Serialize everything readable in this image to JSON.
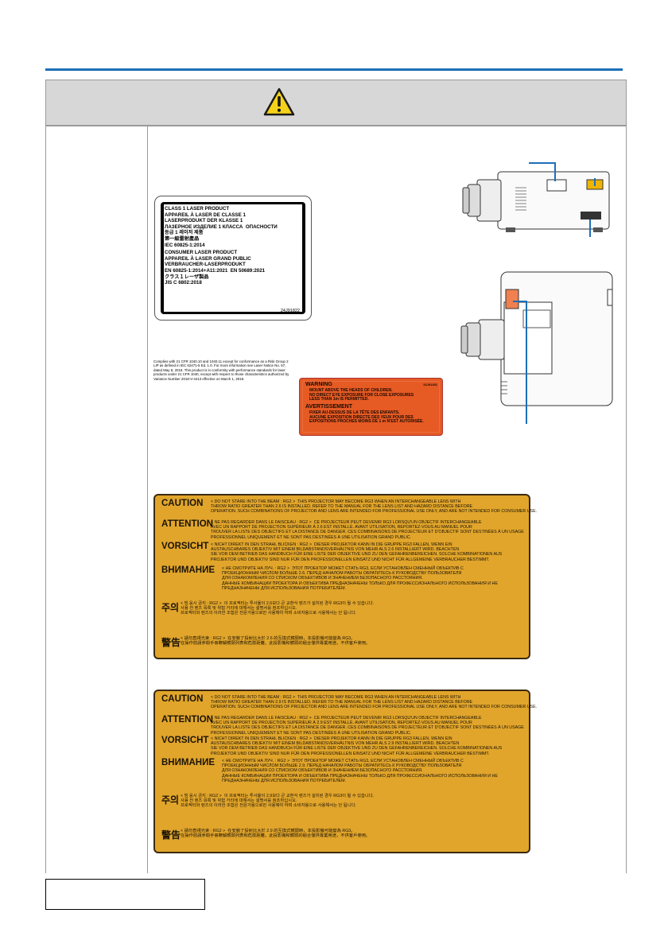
{
  "class1_label": {
    "lines": [
      "CLASS 1 LASER PRODUCT",
      "APPAREIL À LASER DE CLASSE 1",
      "LASERPRODUKT DER KLASSE 1",
      "ЛАЗЕРНОЕ ИЗДЕЛИЕ 1 КЛАССА  ОПАСНОСТИ",
      "등급 1 레이저 제품",
      "第一級雷射產品",
      "IEC 60825-1:2014",
      "CONSUMER LASER PRODUCT",
      "APPAREIL À LASER GRAND PUBLIC",
      "VERBRAUCHER-LASERPRODUKT",
      "EN 60825-1:2014+A11:2021  EN 50689:2021",
      "クラス１レーザ製品",
      "JIS C 6802:2018"
    ],
    "code": "24J91822"
  },
  "compliance_text": "Complies with 21 CFR 1040.10 and 1040.11 except for conformance as a Risk Group 2 LIP as defined in IEC 62471-5 Ed. 1.0. For more information see Laser Notice No. 57, dated May 8, 2019. This product is in conformity with performance standards for laser products under 21 CFR 1040, except with respect to those characteristics authorized by Variance Number 2018-V-4413 effective on March 1, 2019.",
  "warning_label": {
    "code": "24J91451",
    "warning_title": "WARNING",
    "warning_lines": "MOUNT ABOVE THE HEADS OF CHILDREN.\nNO DIRECT EYE EXPOSURE FOR CLOSE EXPOSURES\nLESS THAN 1m IS PERMITTED.",
    "avert_title": "AVERTISSEMENT",
    "avert_lines": "FIXER AU-DESSUS DE LA TÊTE DES ENFANTS.\nAUCUNE EXPOSITION DIRECTE DES YEUX POUR DES\nEXPOSITIONS PROCHES MOINS DE 1 m N'EST AUTORISÉE."
  },
  "caution_labels": [
    {
      "rows": [
        {
          "head": "CAUTION",
          "body": "< DO NOT STARE INTO THE BEAM : RG2 >  THIS PROJECTOR MAY BECOME RG3 WHEN AN INTERCHANGEABLE LENS WITH\nTHROW RATIO GREATER THAN 2.6 IS INSTALLED. REFER TO THE MANUAL FOR THE LENS LIST AND HAZARD DISTANCE BEFORE\nOPERATION. SUCH COMBINATIONS OF PROJECTOR AND LENS ARE INTENDED FOR PROFESSIONAL USE ONLY, AND ARE NOT INTENDED FOR CONSUMER USE."
        },
        {
          "head": "ATTENTION",
          "body": "< NE PAS REGARDER DANS LE FAISCEAU : RG2 >  CE PROJECTEUR PEUT DEVENIR RG3 LORSQU'UN OBJECTIF INTERCHANGEABLE\nAVEC UN RAPPORT DE PROJECTION SUPÉRIEUR À 2.6 EST INSTALLÉ. AVANT UTILISATION, REPORTEZ-VOUS AU MANUEL POUR\nTROUVER LA LISTE DES OBJECTIFS ET LA DISTANCE DE DANGER. CES COMBINAISONS DE PROJECTEUR ET D'OBJECTIF SONT DESTINÉES À UN USAGE\nPROFESSIONNEL UNIQUEMENT ET NE SONT PAS DESTINÉES À UNE UTILISATION GRAND PUBLIC."
        },
        {
          "head": "VORSICHT",
          "body": "< NICHT DIREKT IN DEN STRAHL BLICKEN : RG2 >  DIESER PROJEKTOR KANN IN DIE GRUPPE RG3 FALLEN, WENN EIN\nAUSTAUSCHBARES OBJEKTIV MIT EINEM BILDABSTANDSVERHÄLTNIS VON MEHR ALS 2.6 INSTALLIERT WIRD. BEACHTEN\nSIE VOR DEM BETRIEB DAS HANDBUCH FÜR EINE LISTE DER OBJEKTIVE UND ZU DEN GEFAHRENBEREICHEN. SOLCHE KOMBINATIONEN AUS\nPROJEKTOR UND OBJEKTIV SIND NUR FÜR DEN PROFESSIONELLEN EINSATZ UND NICHT FÜR ALLGEMEINE VERBRAUCHER BESTIMMT."
        },
        {
          "head": "ВНИМАНИЕ",
          "body": "< НЕ СМОТРИТЕ НА ЛУЧ. : RG2 >  ЭТОТ ПРОЕКТОР МОЖЕТ СТАТЬ RG3, ЕСЛИ УСТАНОВЛЕН СМЕННЫЙ ОБЪЕКТИВ С\nПРОЕКЦИОННЫМ ЧИСЛОМ БОЛЬШЕ 2.6. ПЕРЕД НАЧАЛОМ РАБОТЫ ОБРАТИТЕСЬ К РУКОВОДСТВУ ПОЛЬЗОВАТЕЛЯ\nДЛЯ ОЗНАКОМЛЕНИЯ СО СПИСКОМ ОБЪЕКТИВОВ И ЗНАЧЕНИЕМ БЕЗОПАСНОГО РАССТОЯНИЯ.\nДАННЫЕ КОМБИНАЦИИ ПРОЕКТОРА И ОБЪЕКТИВА ПРЕДНАЗНАЧЕНЫ ТОЛЬКО ДЛЯ ПРОФЕССИОНАЛЬНОГО ИСПОЛЬЗОВАНИЯ И НЕ\nПРЕДНАЗНАЧЕНЫ ДЛЯ ИСПОЛЬЗОВАНИЯ ПОТРЕБИТЕЛЕМ."
        },
        {
          "head": "주의",
          "body": "< 빔 응시 금지 : RG2 >  이 프로젝터는 투사율이 2.6보다 큰 교환식 렌즈가 설치된 경우 RG3이 될 수 있습니다.\n사용 전 렌즈 목록 및 위험 거리에 대해서는 설명서를 참조하십시오.\n프로젝터와 렌즈의 이러한 조합은 전문가용으로만 사용해야 하며 소비자용으로 사용해서는 안 됩니다."
        },
        {
          "head": "警告",
          "body": "< 請勿直視光束 : RG2 >  在安裝了投射比大於 2.6 的互換式鏡頭時，本投影機可能變為 RG3。\n在操作前請參閱手冊瞭解鏡頭列表和危險距離。此投影機和鏡頭的組合僅供專業用途，不供客戶使用。"
        }
      ]
    },
    {
      "rows": [
        {
          "head": "CAUTION",
          "body": "< DO NOT STARE INTO THE BEAM : RG2 >  THIS PROJECTOR MAY BECOME RG3 WHEN AN INTERCHANGEABLE LENS WITH\nTHROW RATIO GREATER THAN 2.9 IS INSTALLED. REFER TO THE MANUAL FOR THE LENS LIST AND HAZARD DISTANCE BEFORE\nOPERATION. SUCH COMBINATIONS OF PROJECTOR AND LENS ARE INTENDED FOR PROFESSIONAL USE ONLY, AND ARE NOT INTENDED FOR CONSUMER USE."
        },
        {
          "head": "ATTENTION",
          "body": "< NE PAS REGARDER DANS LE FAISCEAU : RG2 >  CE PROJECTEUR PEUT DEVENIR RG3 LORSQU'UN OBJECTIF INTERCHANGEABLE\nAVEC UN RAPPORT DE PROJECTION SUPÉRIEUR À 2.9 EST INSTALLÉ. AVANT UTILISATION, REPORTEZ-VOUS AU MANUEL POUR\nTROUVER LA LISTE DES OBJECTIFS ET LA DISTANCE DE DANGER. CES COMBINAISONS DE PROJECTEUR ET D'OBJECTIF SONT DESTINÉES À UN USAGE\nPROFESSIONNEL UNIQUEMENT ET NE SONT PAS DESTINÉES À UNE UTILISATION GRAND PUBLIC."
        },
        {
          "head": "VORSICHT",
          "body": "< NICHT DIREKT IN DEN STRAHL BLICKEN : RG2 >  DIESER PROJEKTOR KANN IN DIE GRUPPE RG3 FALLEN, WENN EIN\nAUSTAUSCHBARES OBJEKTIV MIT EINEM BILDABSTANDSVERHÄLTNIS VON MEHR ALS 2.9 INSTALLIERT WIRD. BEACHTEN\nSIE VOR DEM BETRIEB DAS HANDBUCH FÜR EINE LISTE DER OBJEKTIVE UND ZU DEN GEFAHRENBEREICHEN. SOLCHE KOMBINATIONEN AUS\nPROJEKTOR UND OBJEKTIV SIND NUR FÜR DEN PROFESSIONELLEN EINSATZ UND NICHT FÜR ALLGEMEINE VERBRAUCHER BESTIMMT."
        },
        {
          "head": "ВНИМАНИЕ",
          "body": "< НЕ СМОТРИТЕ НА ЛУЧ. : RG2 >  ЭТОТ ПРОЕКТОР МОЖЕТ СТАТЬ RG3, ЕСЛИ УСТАНОВЛЕН СМЕННЫЙ ОБЪЕКТИВ С\nПРОЕКЦИОННЫМ ЧИСЛОМ БОЛЬШЕ 2.9. ПЕРЕД НАЧАЛОМ РАБОТЫ ОБРАТИТЕСЬ К РУКОВОДСТВУ ПОЛЬЗОВАТЕЛЯ\nДЛЯ ОЗНАКОМЛЕНИЯ СО СПИСКОМ ОБЪЕКТИВОВ И ЗНАЧЕНИЕМ БЕЗОПАСНОГО РАССТОЯНИЯ.\nДАННЫЕ КОМБИНАЦИИ ПРОЕКТОРА И ОБЪЕКТИВА ПРЕДНАЗНАЧЕНЫ ТОЛЬКО ДЛЯ ПРОФЕССИОНАЛЬНОГО ИСПОЛЬЗОВАНИЯ И НЕ\nПРЕДНАЗНАЧЕНЫ ДЛЯ ИСПОЛЬЗОВАНИЯ ПОТРЕБИТЕЛЕМ."
        },
        {
          "head": "주의",
          "body": "< 빔 응시 금지 : RG2 >  이 프로젝터는 투사율이 2.9보다 큰 교환식 렌즈가 설치된 경우 RG3이 될 수 있습니다.\n사용 전 렌즈 목록 및 위험 거리에 대해서는 설명서를 참조하십시오.\n프로젝터와 렌즈의 이러한 조합은 전문가용으로만 사용해야 하며 소비자용으로 사용해서는 안 됩니다."
        },
        {
          "head": "警告",
          "body": "< 請勿直視光束 : RG2 >  在安裝了投射比大於 2.9 的互換式鏡頭時，本投影機可能變為 RG3。\n在操作前請參閱手冊瞭解鏡頭列表和危險距離。此投影機和鏡頭的組合僅供專業用途，不供客戶使用。"
        }
      ]
    }
  ],
  "colors": {
    "accent_blue": "#1d6fb8",
    "caution_amber": "#e1a52b",
    "warning_orange": "#e65a24"
  },
  "icons": {
    "warning": "warning-triangle-icon"
  }
}
